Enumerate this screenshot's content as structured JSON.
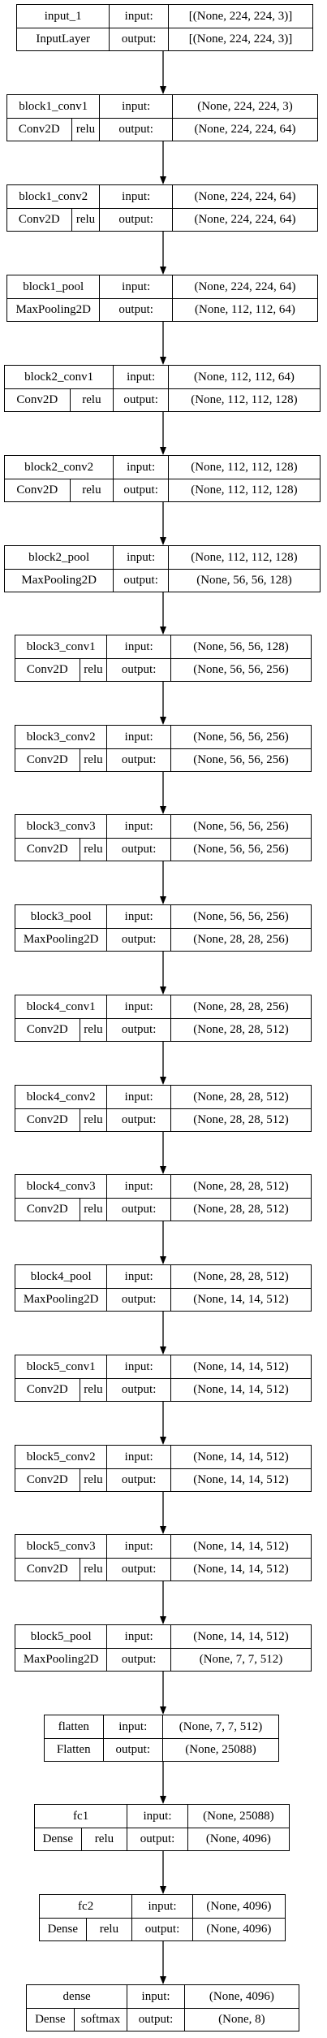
{
  "layers": [
    {
      "name": "input_1",
      "type": "InputLayer",
      "activation": "",
      "in_label": "input:",
      "out_label": "output:",
      "input": "[(None, 224, 224, 3)]",
      "output": "[(None, 224, 224, 3)]"
    },
    {
      "name": "block1_conv1",
      "type": "Conv2D",
      "activation": "relu",
      "in_label": "input:",
      "out_label": "output:",
      "input": "(None, 224, 224, 3)",
      "output": "(None, 224, 224, 64)"
    },
    {
      "name": "block1_conv2",
      "type": "Conv2D",
      "activation": "relu",
      "in_label": "input:",
      "out_label": "output:",
      "input": "(None, 224, 224, 64)",
      "output": "(None, 224, 224, 64)"
    },
    {
      "name": "block1_pool",
      "type": "MaxPooling2D",
      "activation": "",
      "in_label": "input:",
      "out_label": "output:",
      "input": "(None, 224, 224, 64)",
      "output": "(None, 112, 112, 64)"
    },
    {
      "name": "block2_conv1",
      "type": "Conv2D",
      "activation": "relu",
      "in_label": "input:",
      "out_label": "output:",
      "input": "(None, 112, 112, 64)",
      "output": "(None, 112, 112, 128)"
    },
    {
      "name": "block2_conv2",
      "type": "Conv2D",
      "activation": "relu",
      "in_label": "input:",
      "out_label": "output:",
      "input": "(None, 112, 112, 128)",
      "output": "(None, 112, 112, 128)"
    },
    {
      "name": "block2_pool",
      "type": "MaxPooling2D",
      "activation": "",
      "in_label": "input:",
      "out_label": "output:",
      "input": "(None, 112, 112, 128)",
      "output": "(None, 56, 56, 128)"
    },
    {
      "name": "block3_conv1",
      "type": "Conv2D",
      "activation": "relu",
      "in_label": "input:",
      "out_label": "output:",
      "input": "(None, 56, 56, 128)",
      "output": "(None, 56, 56, 256)"
    },
    {
      "name": "block3_conv2",
      "type": "Conv2D",
      "activation": "relu",
      "in_label": "input:",
      "out_label": "output:",
      "input": "(None, 56, 56, 256)",
      "output": "(None, 56, 56, 256)"
    },
    {
      "name": "block3_conv3",
      "type": "Conv2D",
      "activation": "relu",
      "in_label": "input:",
      "out_label": "output:",
      "input": "(None, 56, 56, 256)",
      "output": "(None, 56, 56, 256)"
    },
    {
      "name": "block3_pool",
      "type": "MaxPooling2D",
      "activation": "",
      "in_label": "input:",
      "out_label": "output:",
      "input": "(None, 56, 56, 256)",
      "output": "(None, 28, 28, 256)"
    },
    {
      "name": "block4_conv1",
      "type": "Conv2D",
      "activation": "relu",
      "in_label": "input:",
      "out_label": "output:",
      "input": "(None, 28, 28, 256)",
      "output": "(None, 28, 28, 512)"
    },
    {
      "name": "block4_conv2",
      "type": "Conv2D",
      "activation": "relu",
      "in_label": "input:",
      "out_label": "output:",
      "input": "(None, 28, 28, 512)",
      "output": "(None, 28, 28, 512)"
    },
    {
      "name": "block4_conv3",
      "type": "Conv2D",
      "activation": "relu",
      "in_label": "input:",
      "out_label": "output:",
      "input": "(None, 28, 28, 512)",
      "output": "(None, 28, 28, 512)"
    },
    {
      "name": "block4_pool",
      "type": "MaxPooling2D",
      "activation": "",
      "in_label": "input:",
      "out_label": "output:",
      "input": "(None, 28, 28, 512)",
      "output": "(None, 14, 14, 512)"
    },
    {
      "name": "block5_conv1",
      "type": "Conv2D",
      "activation": "relu",
      "in_label": "input:",
      "out_label": "output:",
      "input": "(None, 14, 14, 512)",
      "output": "(None, 14, 14, 512)"
    },
    {
      "name": "block5_conv2",
      "type": "Conv2D",
      "activation": "relu",
      "in_label": "input:",
      "out_label": "output:",
      "input": "(None, 14, 14, 512)",
      "output": "(None, 14, 14, 512)"
    },
    {
      "name": "block5_conv3",
      "type": "Conv2D",
      "activation": "relu",
      "in_label": "input:",
      "out_label": "output:",
      "input": "(None, 14, 14, 512)",
      "output": "(None, 14, 14, 512)"
    },
    {
      "name": "block5_pool",
      "type": "MaxPooling2D",
      "activation": "",
      "in_label": "input:",
      "out_label": "output:",
      "input": "(None, 14, 14, 512)",
      "output": "(None, 7, 7, 512)"
    },
    {
      "name": "flatten",
      "type": "Flatten",
      "activation": "",
      "in_label": "input:",
      "out_label": "output:",
      "input": "(None, 7, 7, 512)",
      "output": "(None, 25088)"
    },
    {
      "name": "fc1",
      "type": "Dense",
      "activation": "relu",
      "in_label": "input:",
      "out_label": "output:",
      "input": "(None, 25088)",
      "output": "(None, 4096)"
    },
    {
      "name": "fc2",
      "type": "Dense",
      "activation": "relu",
      "in_label": "input:",
      "out_label": "output:",
      "input": "(None, 4096)",
      "output": "(None, 4096)"
    },
    {
      "name": "dense",
      "type": "Dense",
      "activation": "softmax",
      "in_label": "input:",
      "out_label": "output:",
      "input": "(None, 4096)",
      "output": "(None, 8)"
    }
  ]
}
